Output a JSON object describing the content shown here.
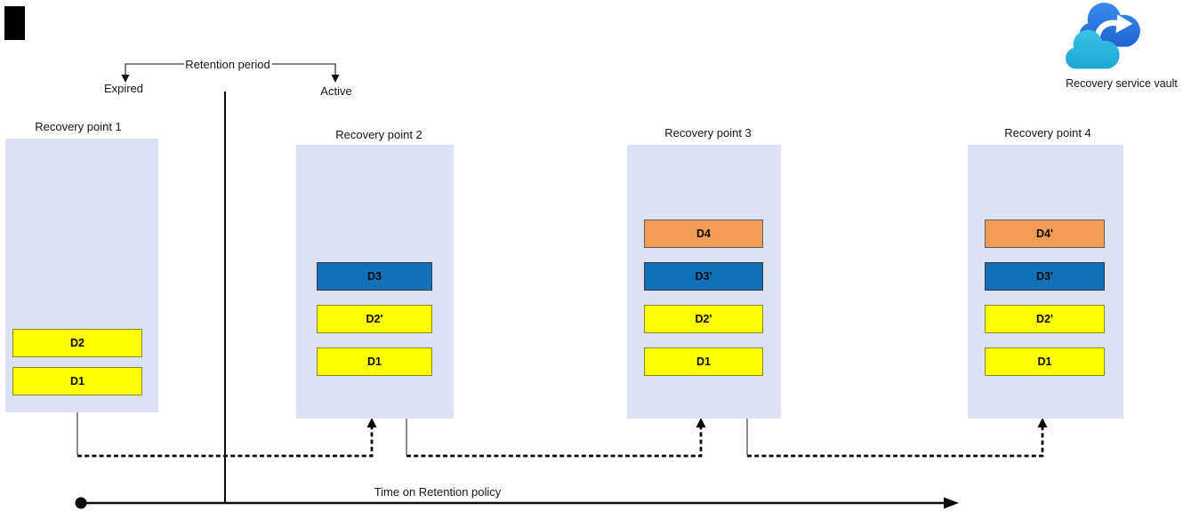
{
  "retention": {
    "label": "Retention period",
    "expired_label": "Expired",
    "active_label": "Active"
  },
  "timeline": {
    "label": "Time on Retention policy"
  },
  "vault": {
    "label": "Recovery service vault",
    "icon": "cloud-with-sync-arrow"
  },
  "recovery_points": [
    {
      "label": "Recovery point 1",
      "bars": [
        {
          "id": "D2",
          "color": "yellow"
        },
        {
          "id": "D1",
          "color": "yellow"
        }
      ]
    },
    {
      "label": "Recovery point 2",
      "bars": [
        {
          "id": "D3",
          "color": "blue"
        },
        {
          "id": "D2'",
          "color": "yellow"
        },
        {
          "id": "D1",
          "color": "yellow"
        }
      ]
    },
    {
      "label": "Recovery point 3",
      "bars": [
        {
          "id": "D4",
          "color": "orange"
        },
        {
          "id": "D3'",
          "color": "blue"
        },
        {
          "id": "D2'",
          "color": "yellow"
        },
        {
          "id": "D1",
          "color": "yellow"
        }
      ]
    },
    {
      "label": "Recovery point 4",
      "bars": [
        {
          "id": "D4'",
          "color": "orange"
        },
        {
          "id": "D3'",
          "color": "blue"
        },
        {
          "id": "D2'",
          "color": "yellow"
        },
        {
          "id": "D1",
          "color": "yellow"
        }
      ]
    }
  ],
  "colors": {
    "yellow": "#ffff00",
    "blue": "#1170b8",
    "orange": "#f09c57",
    "box": "#dce2f3",
    "line": "#1a1a1a",
    "cloud_back": "#2e7ce2",
    "cloud_front": "#29b5dc"
  }
}
